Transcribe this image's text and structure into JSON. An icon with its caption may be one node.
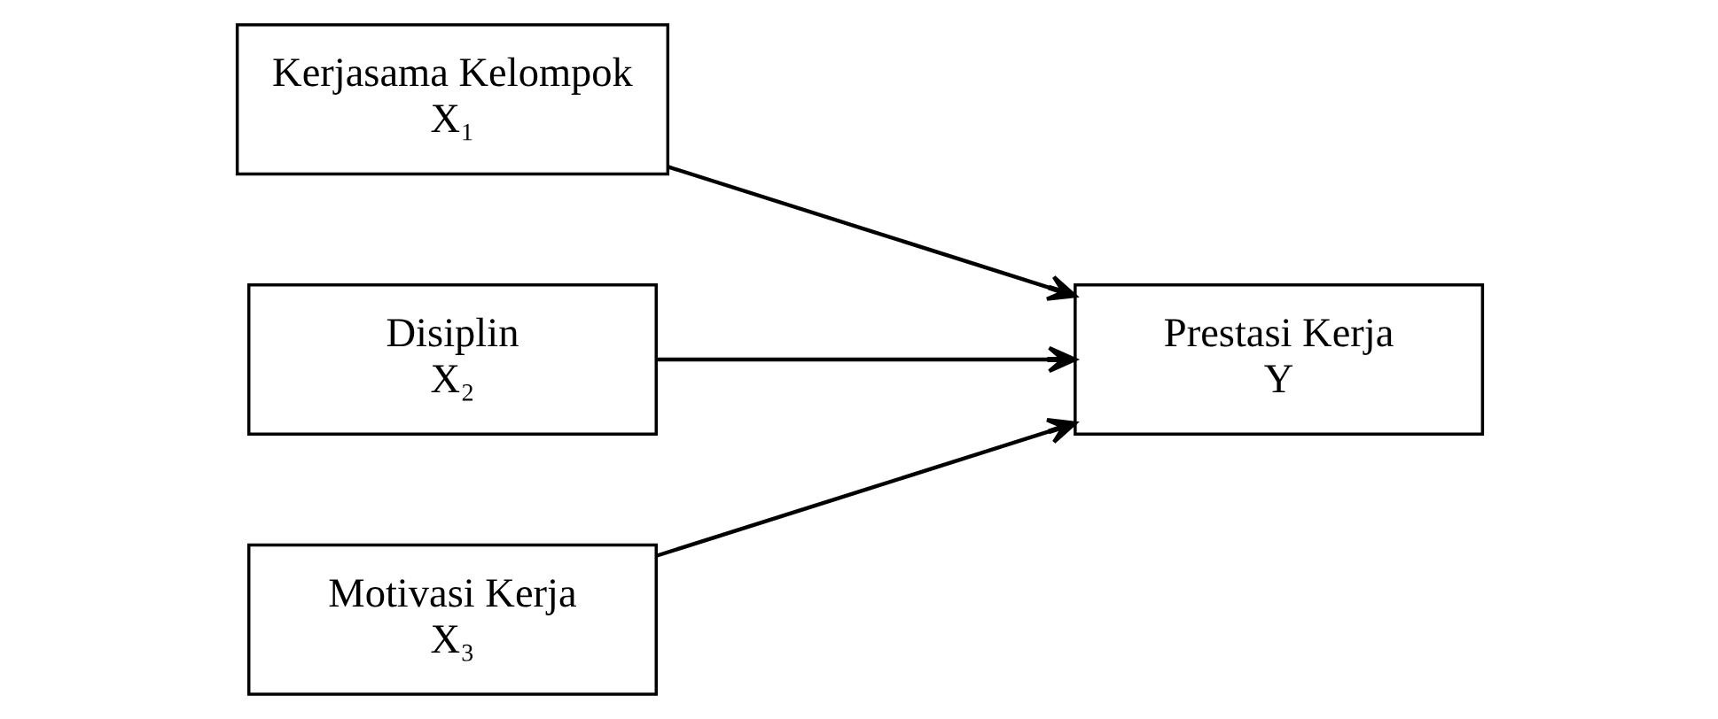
{
  "diagram": {
    "nodes": [
      {
        "text": [
          "Kerjasama Kelompok",
          "X₁"
        ]
      },
      {
        "text": [
          "Disiplin",
          "X₂"
        ]
      },
      {
        "text": [
          "Motivasi Kerja",
          "X₃"
        ]
      },
      {
        "text": [
          "Prestasi Kerja",
          "Y"
        ]
      }
    ],
    "edges": [
      {
        "from": 0,
        "to": 3,
        "arrow": "to"
      },
      {
        "from": 1,
        "to": 3,
        "arrow": "to"
      },
      {
        "from": 2,
        "to": 3,
        "arrow": "to"
      }
    ]
  }
}
